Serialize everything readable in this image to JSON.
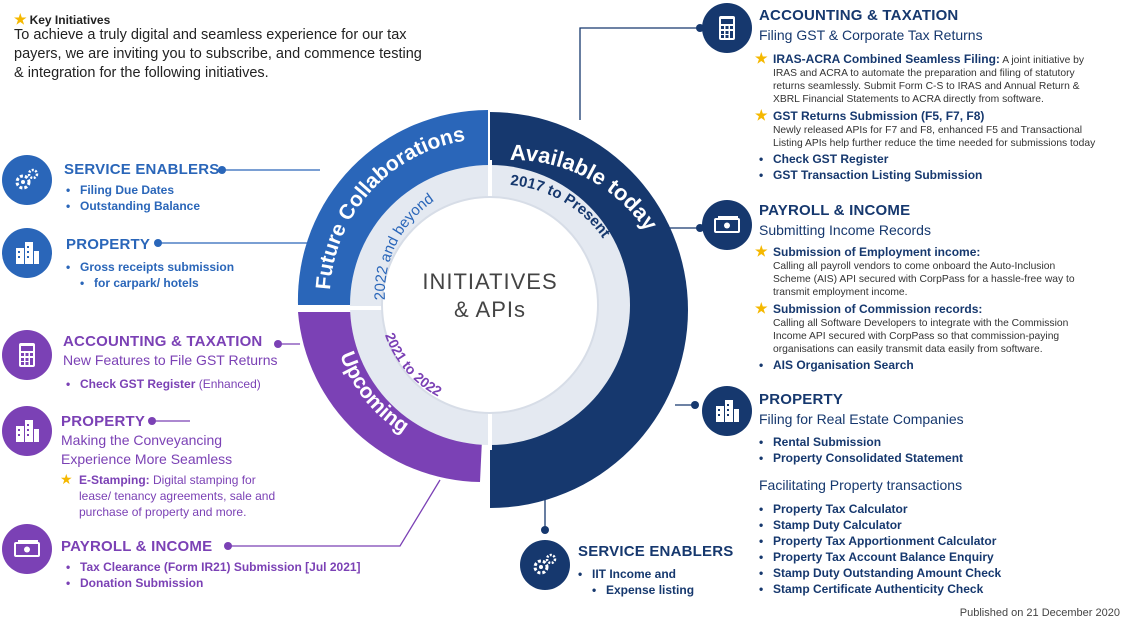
{
  "intro": {
    "key_label": "Key Initiatives",
    "text": "To achieve a truly digital and seamless experience for our tax payers, we are inviting you to subscribe, and commence testing & integration for the following initiatives."
  },
  "center": {
    "line1": "INITIATIVES",
    "line2": "& APIs"
  },
  "rings": {
    "available_today": "Available today",
    "period_available": "2017 to Present",
    "future": "Future Collaborations",
    "period_future": "2022 and beyond",
    "upcoming": "Upcoming",
    "period_upcoming": "2021 to 2022"
  },
  "left": {
    "service_enablers": {
      "icon": "gears-icon",
      "title": "SERVICE ENABLERS",
      "items": [
        "Filing Due Dates",
        "Outstanding Balance"
      ]
    },
    "property_future": {
      "icon": "buildings-icon",
      "title": "PROPERTY",
      "items": [
        "Gross receipts submission",
        "for carpark/ hotels"
      ]
    },
    "accounting_upcoming": {
      "icon": "calculator-icon",
      "title": "ACCOUNTING & TAXATION",
      "subtitle": "New Features to File GST Returns",
      "item_bold": "Check GST Register",
      "item_rest": " (Enhanced)"
    },
    "property_upcoming": {
      "icon": "buildings-icon",
      "title": "PROPERTY",
      "subtitle1": "Making the Conveyancing",
      "subtitle2": "Experience More Seamless",
      "star_bold": "E-Stamping:",
      "star_rest1": " Digital stamping for",
      "star_rest2": "lease/ tenancy agreements, sale and",
      "star_rest3": "purchase of property and more."
    },
    "payroll_upcoming": {
      "icon": "money-icon",
      "title": "PAYROLL & INCOME",
      "items": [
        "Tax Clearance (Form IR21) Submission [Jul 2021]",
        "Donation Submission"
      ]
    }
  },
  "right": {
    "accounting": {
      "icon": "calculator-icon",
      "title": "ACCOUNTING & TAXATION",
      "subtitle": "Filing GST & Corporate Tax Returns",
      "star1_title": "IRAS-ACRA Combined Seamless Filing:",
      "star1_inline": " A joint initiative by",
      "star1_lines": [
        "IRAS and ACRA to automate the preparation and filing of statutory",
        "returns seamlessly. Submit Form C-S to IRAS and Annual Return &",
        "XBRL Financial Statements to ACRA directly from software."
      ],
      "star2_title": "GST Returns Submission (F5, F7, F8)",
      "star2_lines": [
        "Newly released APIs for F7 and F8, enhanced F5 and Transactional",
        "Listing APIs help further reduce the time needed for submissions today"
      ],
      "items": [
        "Check GST Register",
        "GST Transaction Listing Submission"
      ]
    },
    "payroll": {
      "icon": "money-icon",
      "title": "PAYROLL & INCOME",
      "subtitle": "Submitting Income Records",
      "star1_title": "Submission of Employment income:",
      "star1_lines": [
        "Calling all payroll vendors to come onboard the Auto-Inclusion",
        "Scheme (AIS) API secured with CorpPass for a hassle-free way to",
        "transmit employment income."
      ],
      "star2_title": "Submission of Commission records:",
      "star2_lines": [
        "Calling all Software Developers to integrate with the Commission",
        "Income API secured with CorpPass so that commission-paying",
        "organisations can easily transmit data easily from software."
      ],
      "items": [
        "AIS Organisation Search"
      ]
    },
    "property": {
      "icon": "buildings-icon",
      "title": "PROPERTY",
      "subtitle": "Filing for Real Estate Companies",
      "items": [
        "Rental Submission",
        "Property Consolidated Statement"
      ],
      "subtitle2": "Facilitating Property transactions",
      "items2": [
        "Property Tax Calculator",
        "Stamp Duty Calculator",
        "Property Tax Apportionment Calculator",
        "Property Tax Account Balance Enquiry",
        "Stamp Duty Outstanding Amount Check",
        "Stamp Certificate Authenticity Check"
      ]
    },
    "service_enablers": {
      "icon": "gears-icon",
      "title": "SERVICE ENABLERS",
      "items": [
        "IIT Income and",
        "Expense listing"
      ]
    }
  },
  "footer": {
    "published": "Published on 21 December 2020"
  },
  "colors": {
    "navy": "#16386e",
    "blue": "#2a66b9",
    "purple": "#7b41b5",
    "star": "#f5b800"
  }
}
